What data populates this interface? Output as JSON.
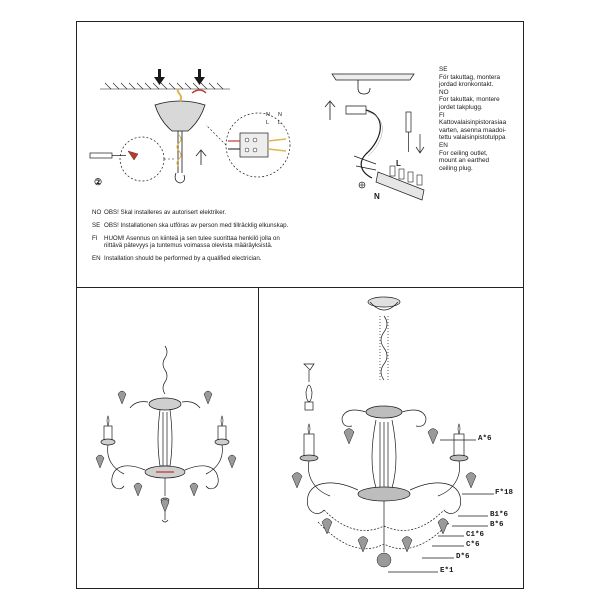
{
  "top_right_notes": [
    {
      "lang": "SE",
      "lines": [
        "För takuttag, montera",
        "jordad kronkontakt."
      ]
    },
    {
      "lang": "NO",
      "lines": [
        "For takuttak, montere",
        "jordet takplugg."
      ]
    },
    {
      "lang": "FI",
      "lines": [
        "Kattovalaisinpistorasiaa",
        "varten, asenna maadoi-",
        "tettu valaisinpistotulppa"
      ]
    },
    {
      "lang": "EN",
      "lines": [
        "For ceiling outlet,",
        "mount an earthed",
        "ceiling plug."
      ]
    }
  ],
  "wire_labels": {
    "live": "L",
    "neutral": "N"
  },
  "step_number": "②",
  "terminal_labels": [
    "N",
    "N",
    "L",
    "L"
  ],
  "safety_notes": [
    {
      "lang": "NO",
      "text": [
        "OBS! Skal installeres av autorisert elektriker."
      ]
    },
    {
      "lang": "SE",
      "text": [
        "OBS! Installationen ska utföras av person med tillräcklig elkunskap."
      ]
    },
    {
      "lang": "FI",
      "text": [
        "HUOM! Asennus on kiinteä ja sen tulee suorittaa henkilö jolla on",
        "riittävä pätevyys ja tuntemus voimassa olevista määräyksistä."
      ]
    },
    {
      "lang": "EN",
      "text": [
        "Installation should be performed by a qualified electrician."
      ]
    }
  ],
  "parts_callouts": [
    {
      "label": "A*6"
    },
    {
      "label": "F*18"
    },
    {
      "label": "B1*6"
    },
    {
      "label": "B*6"
    },
    {
      "label": "C1*6"
    },
    {
      "label": "C*6"
    },
    {
      "label": "D*6"
    },
    {
      "label": "E*1"
    }
  ],
  "colors": {
    "line": "#1a1a1a",
    "accent_red": "#c0392b",
    "accent_yellow": "#e0b64a",
    "gray_fill": "#9a9a9a"
  }
}
